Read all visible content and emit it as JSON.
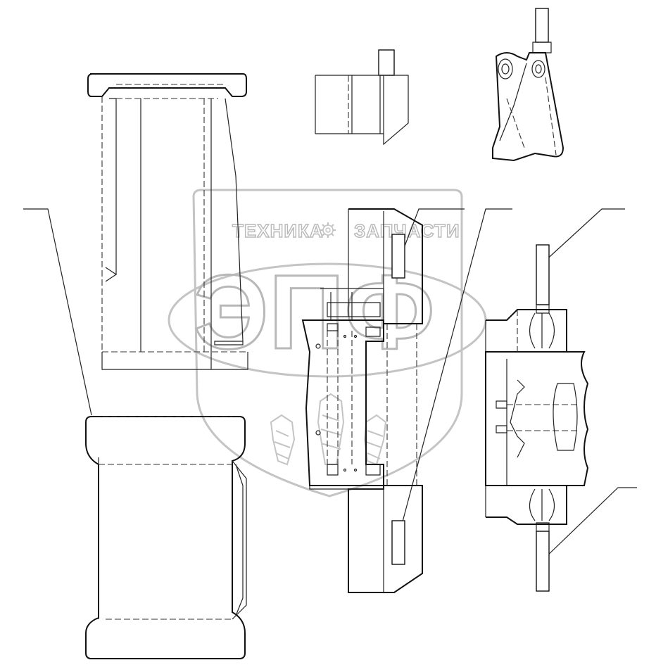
{
  "watermark": {
    "top_left": "ТЕХНИКА",
    "top_right": "ЗАПЧАСТИ",
    "monogram": "ЭПФ",
    "gear_icon": "gear-icon",
    "wheat_icon": "wheat-icon",
    "color": "#b8b8b8"
  },
  "drawing": {
    "line_color": "#111111",
    "background": "#ffffff"
  }
}
